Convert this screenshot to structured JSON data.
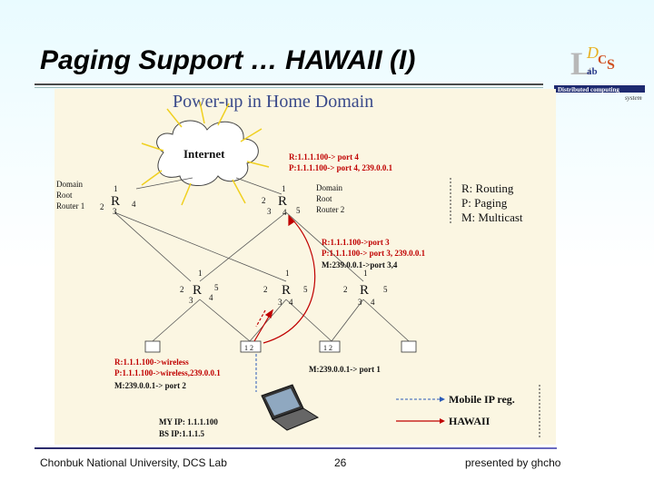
{
  "slide": {
    "title": "Paging Support … HAWAII (I)"
  },
  "diagram": {
    "heading": "Power-up in Home Domain",
    "internet_label": "Internet",
    "router_symbol": "R",
    "domain_root_1": [
      "Domain",
      "Root",
      "Router 1"
    ],
    "domain_root_2": [
      "Domain",
      "Root",
      "Router 2"
    ],
    "legend_keys": [
      "R: Routing",
      "P: Paging",
      "M: Multicast"
    ],
    "top_root_table": [
      "R:1.1.1.100-> port 4",
      "P:1.1.1.100-> port 4, 239.0.0.1"
    ],
    "mid_router_table": [
      "R:1.1.1.100->port 3",
      "P:1.1.1.100-> port 3, 239.0.0.1",
      "M:239.0.0.1->port 3,4"
    ],
    "base_station_table": [
      "R:1.1.1.100->wireless",
      "P:1.1.1.100->wireless,239.0.0.1",
      "M:239.0.0.1-> port 2"
    ],
    "right_bs_table": "M:239.0.0.1-> port 1",
    "mobile_ip": "MY IP: 1.1.1.100",
    "bs_ip": "BS IP:1.1.1.5",
    "port_labels": [
      "1",
      "2",
      "3",
      "4",
      "5"
    ],
    "bs_port_label": "1 2",
    "legend_mobile_ip": "Mobile IP reg.",
    "legend_hawaii": "HAWAII",
    "colors": {
      "hawaii": "#c00000",
      "mobile_ip": "#2b5bb8",
      "diagram_bg": "#fbf6e2"
    }
  },
  "footer": {
    "left": "Chonbuk National University, DCS Lab",
    "page": "26",
    "right": "presented by ghcho"
  },
  "logo": {
    "letters": [
      "D",
      "C",
      "S",
      "L",
      "ab"
    ],
    "caption_1": "Distributed computing",
    "caption_2": "system"
  }
}
